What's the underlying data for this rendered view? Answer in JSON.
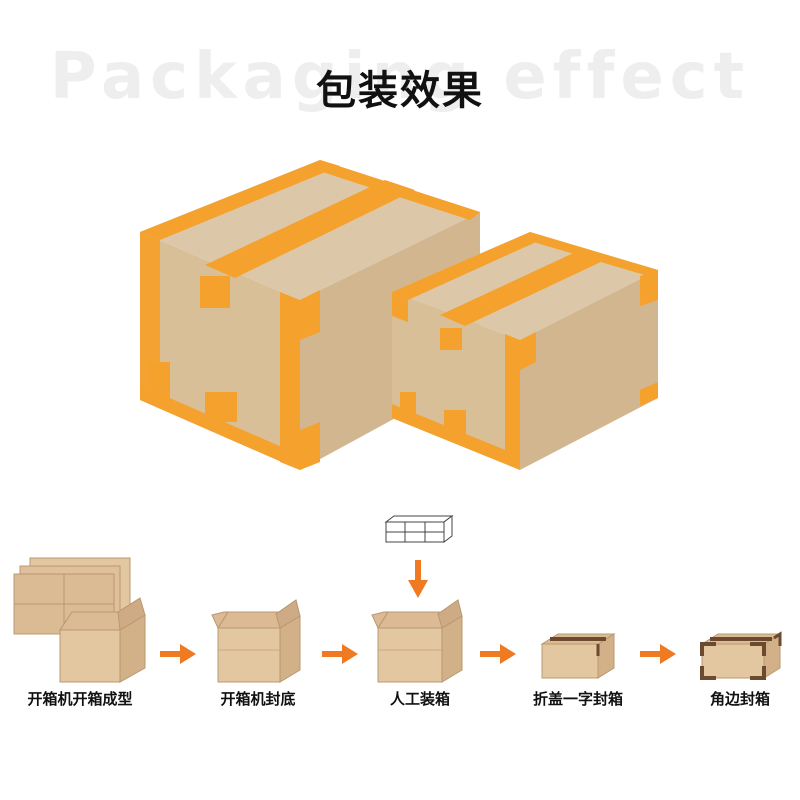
{
  "header": {
    "watermark": "Packaging effect",
    "title": "包装效果"
  },
  "colors": {
    "kraft": "#dcc3a0",
    "kraft_dark": "#b89870",
    "tape_orange": "#f5a12d",
    "arrow_orange": "#f07a22",
    "corner_brown": "#6b4a30"
  },
  "process": {
    "steps": [
      {
        "label": "开箱机开箱成型",
        "icon": "flat-cartons-icon"
      },
      {
        "label": "开箱机封底",
        "icon": "open-box-icon"
      },
      {
        "label": "人工装箱",
        "icon": "packing-box-icon"
      },
      {
        "label": "折盖一字封箱",
        "icon": "taped-box-icon"
      },
      {
        "label": "角边封箱",
        "icon": "corner-sealed-box-icon"
      }
    ],
    "arrow_icon": "right-arrow-icon",
    "load_icon": "product-pack-icon"
  }
}
